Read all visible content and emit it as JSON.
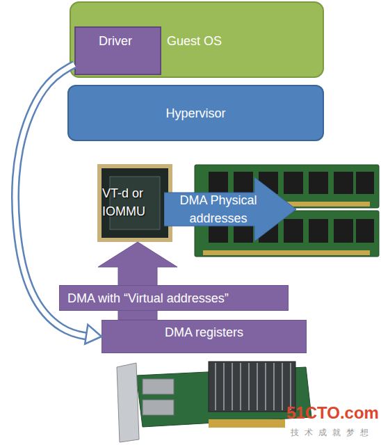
{
  "diagram": {
    "nodes": [
      {
        "text": [
          "Guest OS"
        ]
      },
      {
        "text": [
          "Driver"
        ],
        "in": 0
      },
      {
        "text": [
          "Hypervisor"
        ]
      },
      {
        "text": [
          "VT-d or IOMMU"
        ]
      },
      {
        "text": [
          "DMA Physical addresses"
        ]
      },
      {
        "text": [
          "DMA with “Virtual addresses”"
        ]
      },
      {
        "text": [
          "DMA registers"
        ]
      }
    ],
    "edges": [
      {
        "from": 1,
        "to": 6,
        "arrow": "to"
      },
      {
        "from": 6,
        "to": 3,
        "arrow": "to"
      }
    ],
    "labels": [
      "51CTO.com",
      "技术成就梦想"
    ]
  }
}
